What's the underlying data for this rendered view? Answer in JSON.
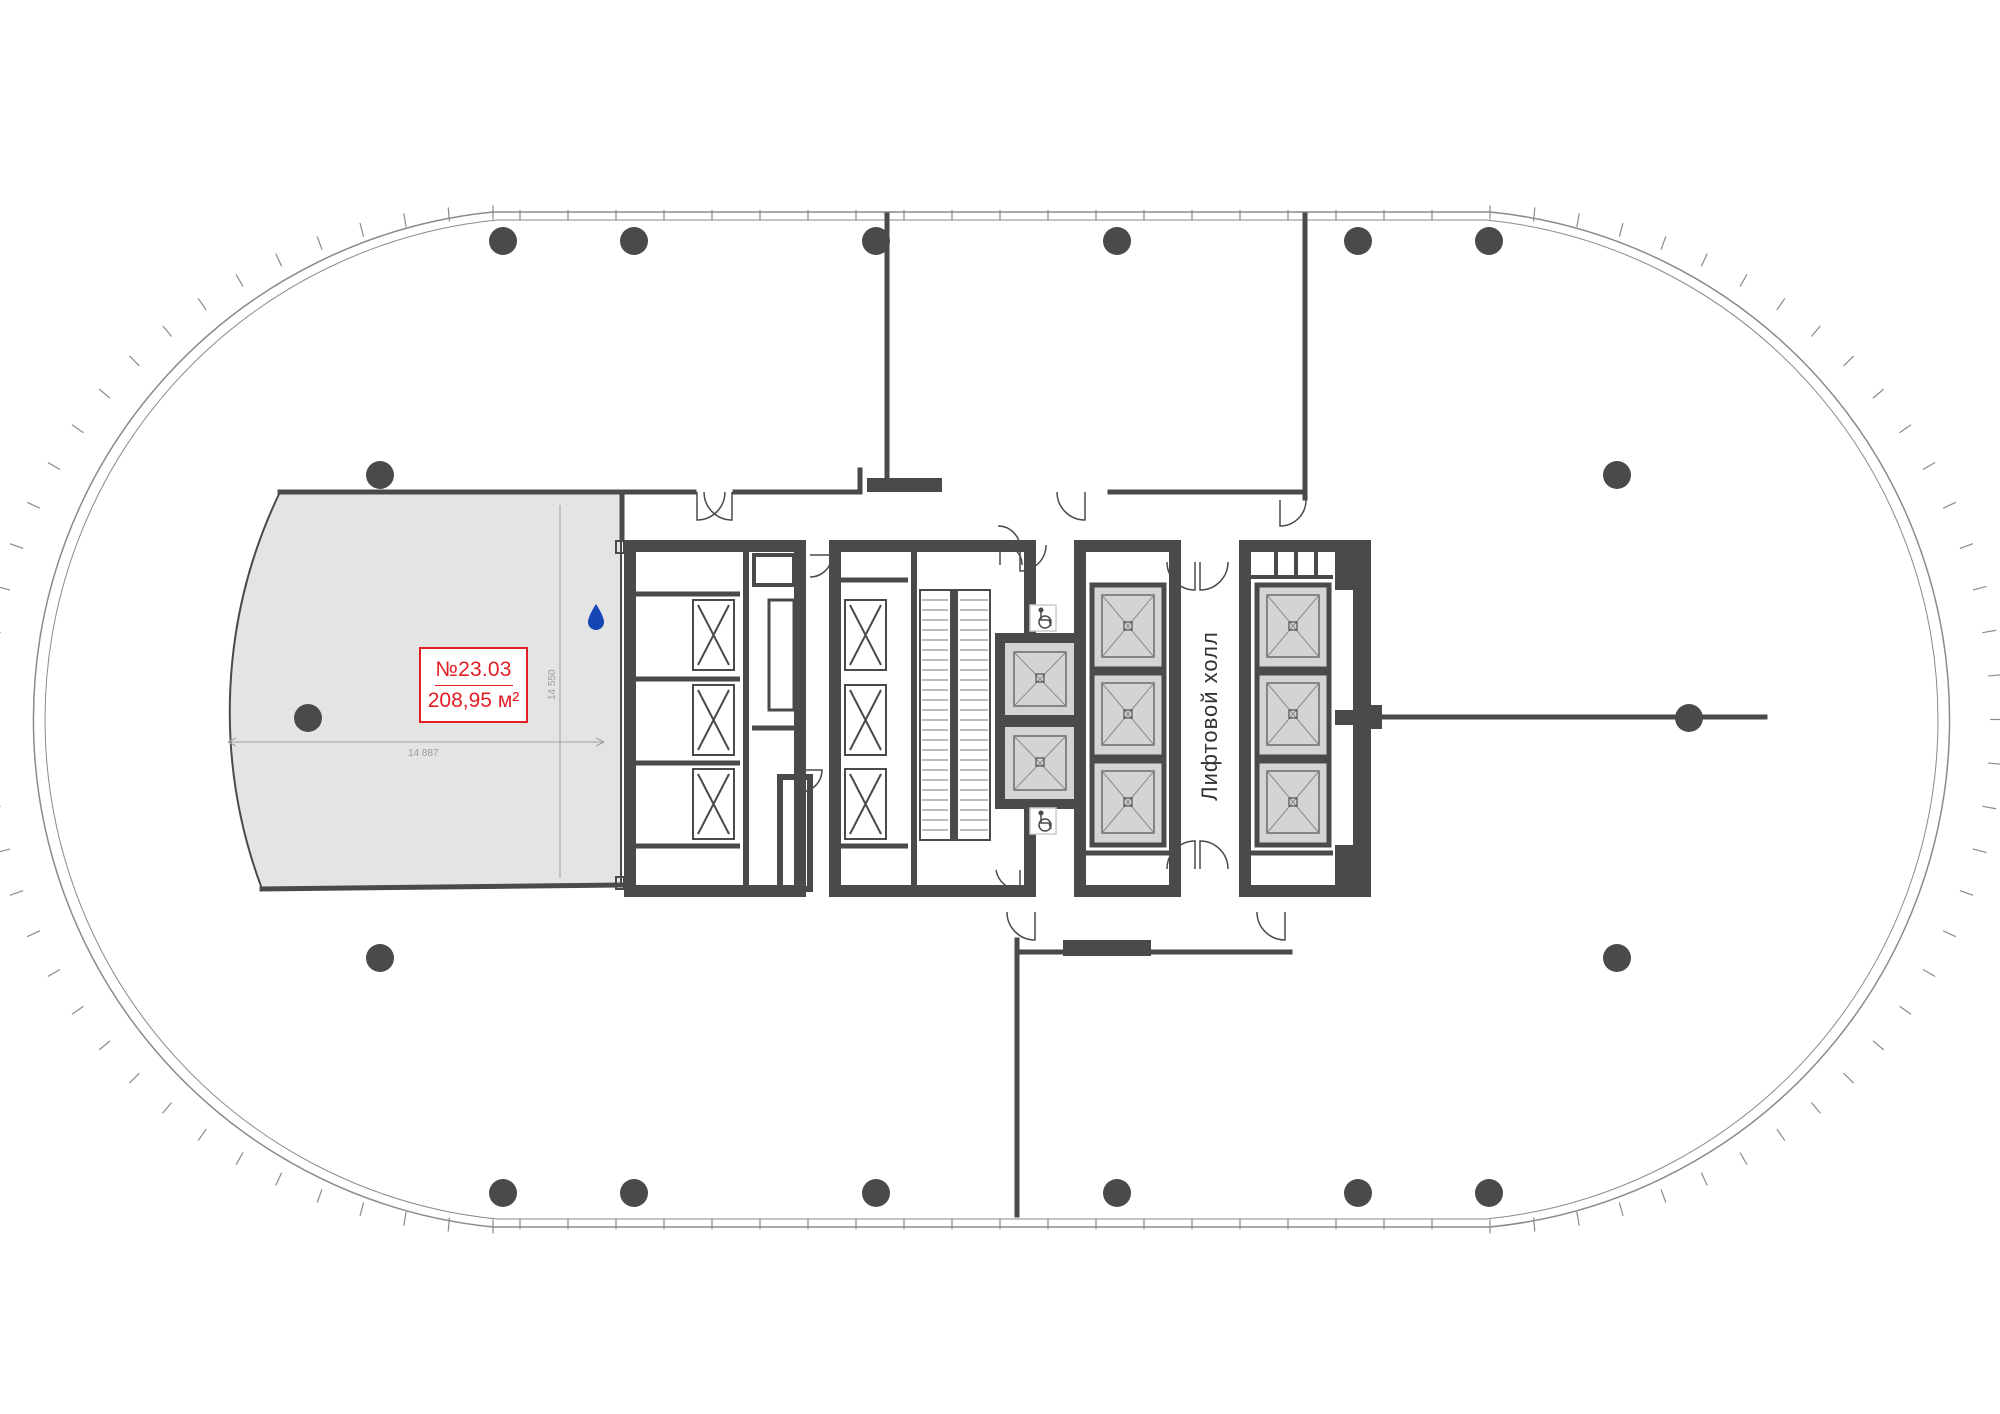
{
  "unit": {
    "number": "№23.03",
    "area": "208,95 м²"
  },
  "dimensions": {
    "width": "14 887",
    "height": "14 550"
  },
  "core": {
    "hall_label": "Лифтовой холл"
  },
  "colors": {
    "wall": "#4a4a4c",
    "selected_fill": "#e4e5e3",
    "accent": "#e11e26",
    "lift": "#d3d4d4",
    "water": "#1446b4"
  },
  "icons": [
    "water-drop-icon",
    "wheelchair-icon",
    "elevator-icon",
    "column-icon"
  ]
}
